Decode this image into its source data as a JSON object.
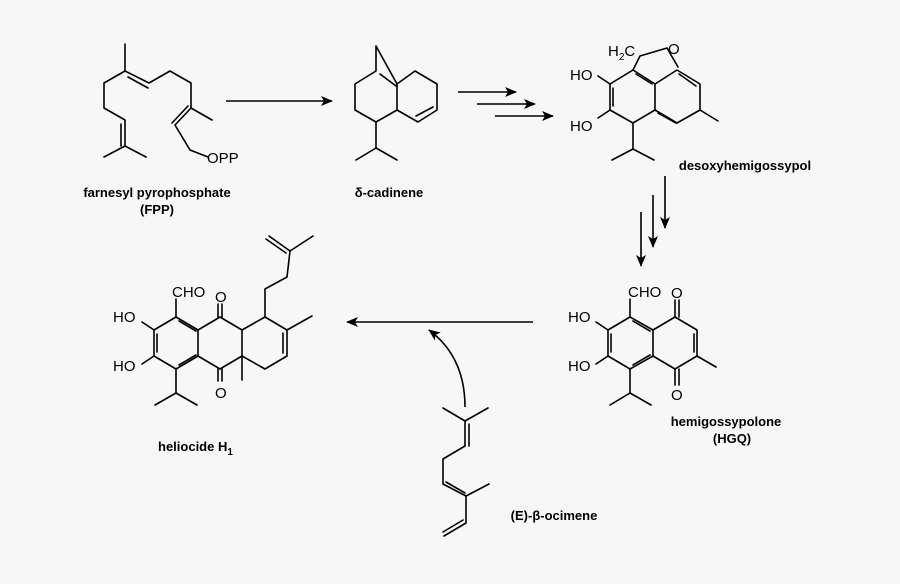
{
  "molecules": {
    "fpp": {
      "name": "farnesyl pyrophosphate",
      "abbrev": "(FPP)",
      "group_label": "OPP"
    },
    "cadinene": {
      "name": "δ-cadinene"
    },
    "desoxy": {
      "name": "desoxyhemigossypol",
      "h2c_main": "H",
      "h2c_sub": "2",
      "h2c_tail": "C",
      "o_label": "O",
      "ho1": "HO",
      "ho2": "HO"
    },
    "hgq": {
      "name": "hemigossypolone",
      "abbrev": "(HGQ)",
      "cho": "CHO",
      "ho1": "HO",
      "ho2": "HO",
      "o1": "O",
      "o2": "O"
    },
    "heliocide": {
      "name": "heliocide H",
      "name_sub": "1",
      "cho": "CHO",
      "ho1": "HO",
      "ho2": "HO",
      "o1": "O",
      "o2": "O"
    },
    "ocimene": {
      "name": "(E)-β-ocimene"
    }
  },
  "colors": {
    "background": "#f7f7f7",
    "ink": "#000000"
  }
}
